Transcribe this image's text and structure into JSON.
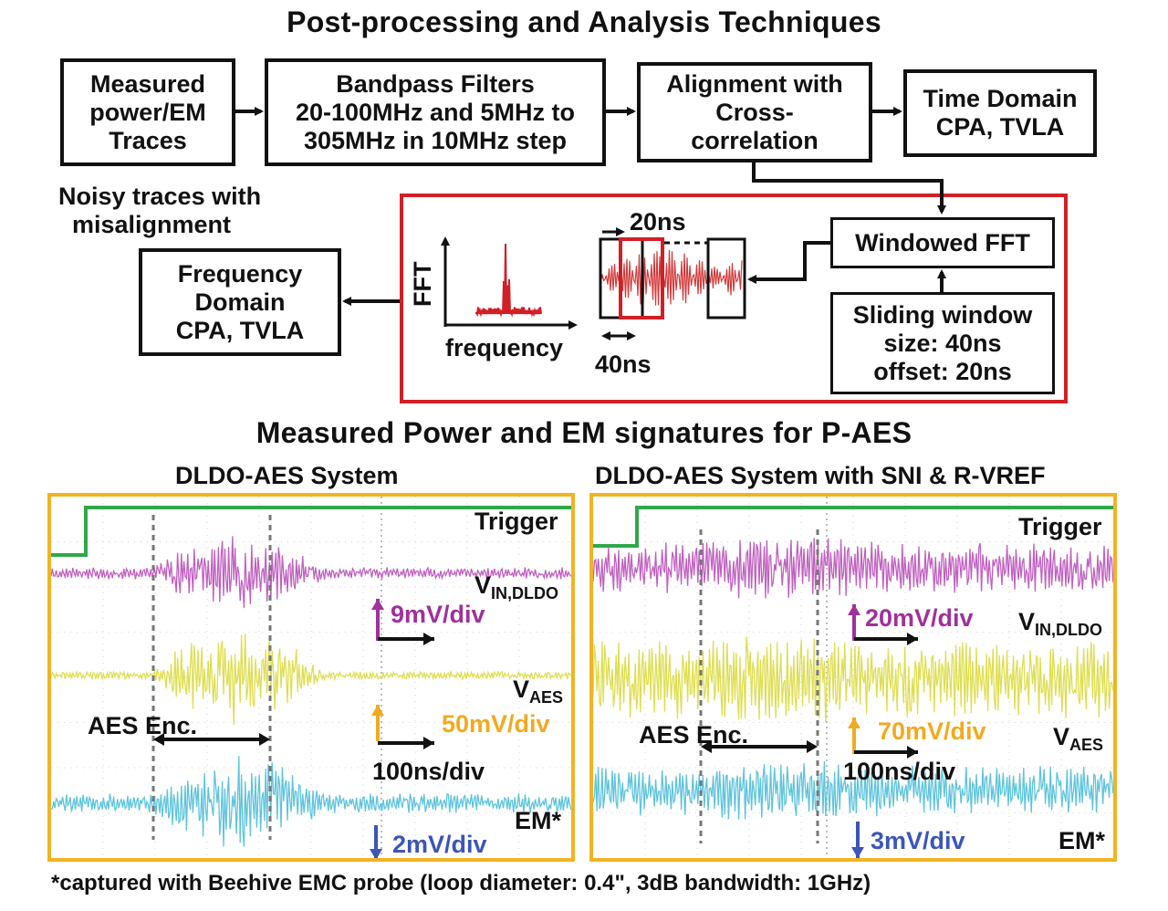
{
  "header": {
    "title": "Post-processing and Analysis Techniques"
  },
  "flow": {
    "measured": "Measured\npower/EM\nTraces",
    "bandpass": "Bandpass Filters\n20-100MHz and 5MHz to\n305MHz in 10MHz step",
    "alignment": "Alignment with\nCross-\ncorrelation",
    "time_domain": "Time Domain\nCPA, TVLA",
    "noisy_note": "Noisy traces with\n  misalignment",
    "freq_domain": "Frequency\nDomain\nCPA, TVLA",
    "windowed_fft": "Windowed FFT",
    "sliding": "Sliding window\nsize: 40ns\noffset: 20ns",
    "fft_axis": "FFT",
    "freq_axis": "frequency",
    "offset_label": "20ns",
    "size_label": "40ns"
  },
  "section2": {
    "title": "Measured Power and EM signatures for P-AES",
    "left_title": "DLDO-AES System",
    "right_title": "DLDO-AES System with SNI & R-VREF"
  },
  "scope_left": {
    "trigger": "Trigger",
    "vin": "V",
    "vin_sub": "IN,DLDO",
    "vin_scale": "9mV/div",
    "vaes": "V",
    "vaes_sub": "AES",
    "vaes_scale": "50mV/div",
    "time_scale": "100ns/div",
    "aes_enc": "AES\nEnc.",
    "em": "EM*",
    "em_scale": "2mV/div"
  },
  "scope_right": {
    "trigger": "Trigger",
    "vin": "V",
    "vin_sub": "IN,DLDO",
    "vin_scale": "20mV/div",
    "vaes": "V",
    "vaes_sub": "AES",
    "vaes_scale": "70mV/div",
    "time_scale": "100ns/div",
    "aes_enc": "AES\nEnc.",
    "em": "EM*",
    "em_scale": "3mV/div"
  },
  "footnote": "*captured with Beehive EMC probe (loop diameter: 0.4\", 3dB bandwidth: 1GHz)",
  "colors": {
    "trigger": "#2fa84a",
    "vin": "#c060c0",
    "vaes": "#dede50",
    "em": "#5ec4dc",
    "vin_label": "#a0309a",
    "vaes_label": "#f0aa20",
    "em_label": "#3b55b8",
    "frame": "#f2b323",
    "red": "#d21f26"
  }
}
